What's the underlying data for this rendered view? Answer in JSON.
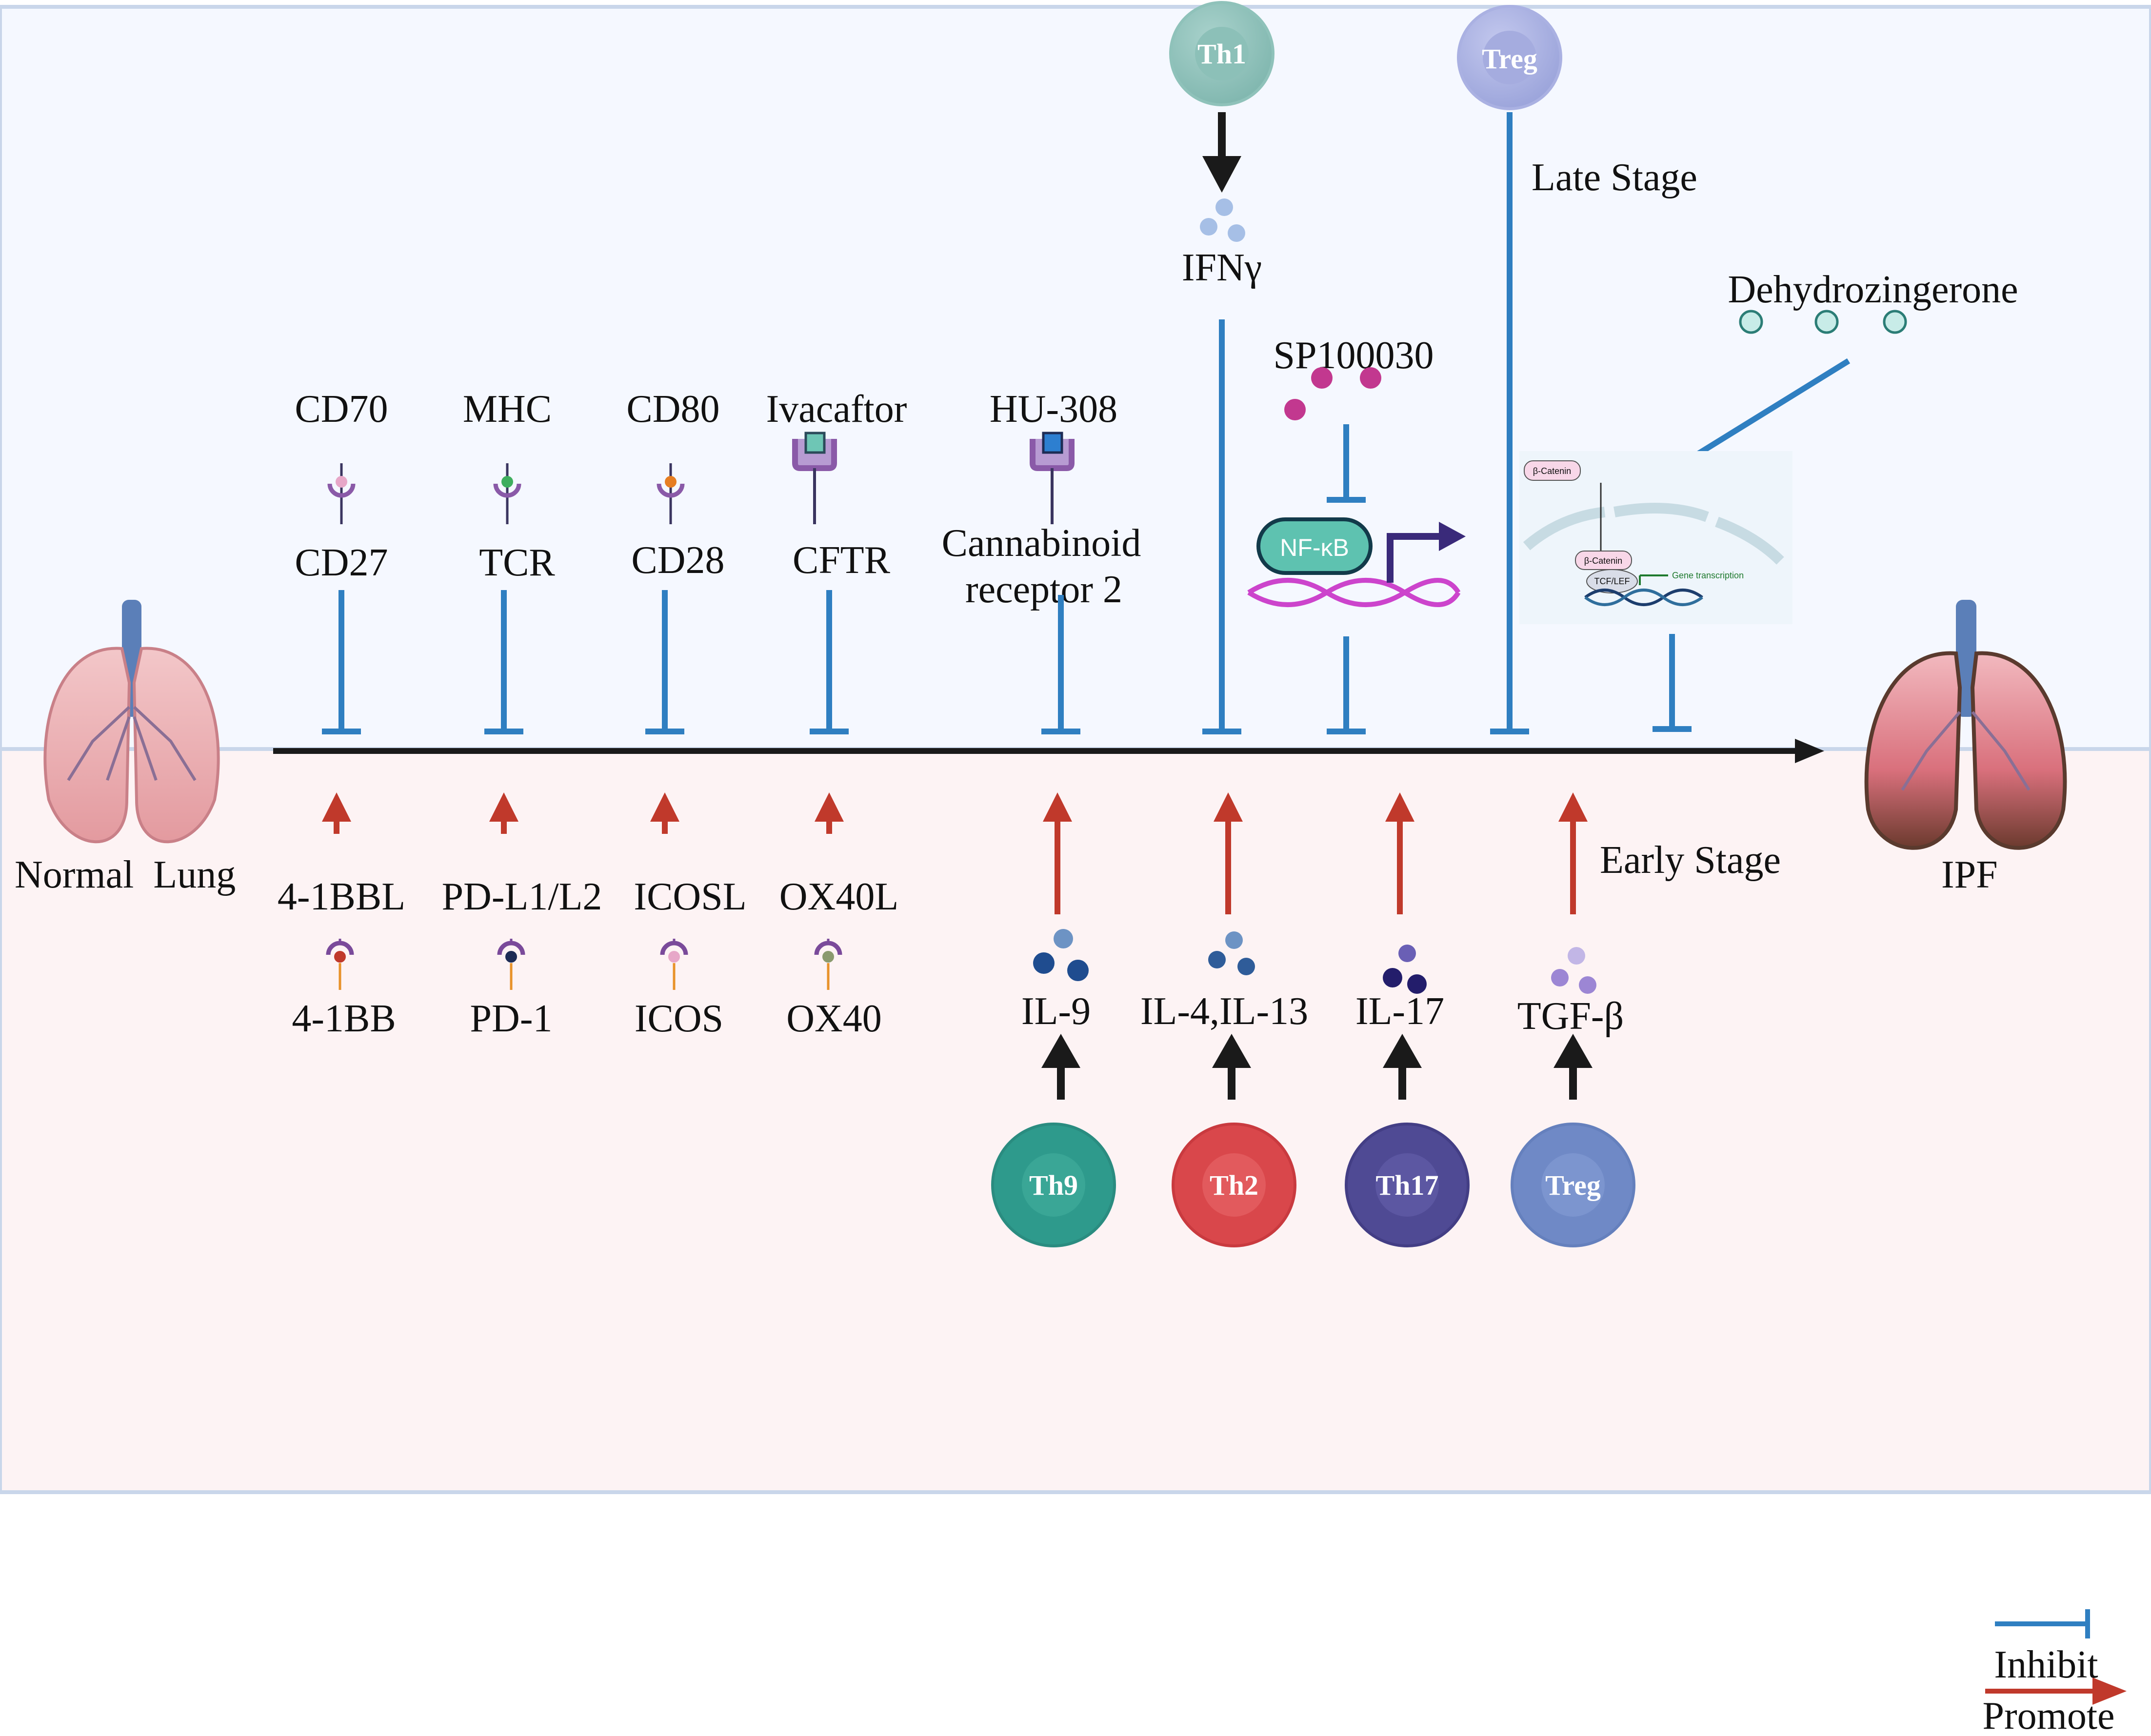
{
  "colors": {
    "inhibit": "#2f7fc1",
    "promote": "#c0392b",
    "arrow_black": "#1a1a1a",
    "upper_panel_bg": "#f5f8ff",
    "lower_panel_bg": "#fdf3f4",
    "panel_border": "#c9d6ea"
  },
  "stages": {
    "late": "Late Stage",
    "early": "Early Stage"
  },
  "endpoints": {
    "start": "Normal  Lung",
    "end": "IPF"
  },
  "inhibitors": {
    "pairs": [
      {
        "ligand": "CD70",
        "receptor": "CD27"
      },
      {
        "ligand": "MHC",
        "receptor": "TCR"
      },
      {
        "ligand": "CD80",
        "receptor": "CD28"
      },
      {
        "ligand": "Ivacaftor",
        "receptor": "CFTR"
      },
      {
        "ligand": "HU-308",
        "receptor": "Cannabinoid receptor 2",
        "receptor_line1": "Cannabinoid",
        "receptor_line2": "receptor 2"
      }
    ],
    "th1": {
      "cell": "Th1",
      "cytokine": "IFNγ"
    },
    "sp": {
      "compound": "SP100030",
      "target": "NF-κB"
    },
    "treg_late": {
      "cell": "Treg"
    },
    "dehydro": {
      "compound": "Dehydrozingerone",
      "beta1": "β-Catenin",
      "beta2": "β-Catenin",
      "tcf": "TCF/LEF",
      "gene": "Gene transcription"
    }
  },
  "promoters": {
    "pairs": [
      {
        "ligand": "4-1BBL",
        "receptor": "4-1BB"
      },
      {
        "ligand": "PD-L1/L2",
        "receptor": "PD-1"
      },
      {
        "ligand": "ICOSL",
        "receptor": "ICOS"
      },
      {
        "ligand": "OX40L",
        "receptor": "OX40"
      }
    ],
    "cells": [
      {
        "cell": "Th9",
        "cytokine": "IL-9",
        "color": "#2e9a8c"
      },
      {
        "cell": "Th2",
        "cytokine": "IL-4,IL-13",
        "color": "#d9474b"
      },
      {
        "cell": "Th17",
        "cytokine": "IL-17",
        "color": "#4f4a94"
      },
      {
        "cell": "Treg",
        "cytokine": "TGF-β",
        "color": "#6f89c6"
      }
    ]
  },
  "legend": {
    "inhibit": "Inhibit",
    "promote": "Promote"
  }
}
